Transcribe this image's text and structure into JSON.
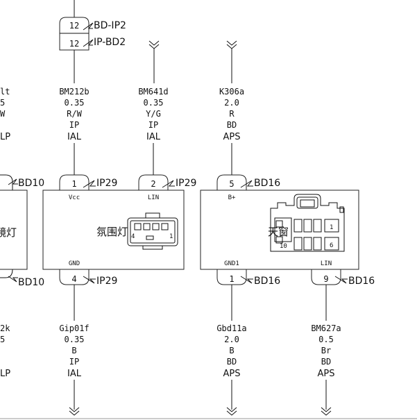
{
  "colors": {
    "line": "#111111",
    "background": "#ffffff"
  },
  "splice_top": {
    "pin_top": "12",
    "label_top": "BD-IP2",
    "pin_bottom": "12",
    "label_bottom": "IP-BD2"
  },
  "left_edge": {
    "wire_code": "lt",
    "wire_size": "5",
    "wire_color": "W",
    "wire_zone": "LP",
    "conn_top": "BD10",
    "conn_bottom": "BD10",
    "device_label": "镜灯",
    "wire2_code": "2k",
    "wire2_size": "5",
    "wire2_zone": "LP"
  },
  "wires_top": [
    {
      "code": "BM212b",
      "size": "0.35",
      "color": "R/W",
      "zone1": "IP",
      "zone2": "IAL"
    },
    {
      "code": "BM641d",
      "size": "0.35",
      "color": "Y/G",
      "zone1": "IP",
      "zone2": "IAL"
    },
    {
      "code": "K306a",
      "size": "2.0",
      "color": "R",
      "zone1": "BD",
      "zone2": "APS"
    }
  ],
  "ambient_light": {
    "name": "氛围灯",
    "pin_vcc": "1",
    "conn_vcc": "IP29",
    "sig_vcc": "Vcc",
    "pin_lin": "2",
    "conn_lin": "IP29",
    "sig_lin": "LIN",
    "pin_gnd": "4",
    "conn_gnd": "IP29",
    "sig_gnd": "GND",
    "face_pins": [
      "4",
      "1"
    ]
  },
  "sunroof": {
    "name": "天窗",
    "pin_bplus": "5",
    "conn_bplus": "BD16",
    "sig_bplus": "B+",
    "pin_gnd": "1",
    "conn_gnd": "BD16",
    "sig_gnd": "GND1",
    "pin_lin": "9",
    "conn_lin": "BD16",
    "sig_lin": "LIN",
    "face_pins": [
      "1",
      "10",
      "6"
    ]
  },
  "wires_bottom": [
    {
      "code": "Gip01f",
      "size": "0.35",
      "color": "B",
      "zone1": "IP",
      "zone2": "IAL"
    },
    {
      "code": "Gbd11a",
      "size": "2.0",
      "color": "B",
      "zone1": "BD",
      "zone2": "APS"
    },
    {
      "code": "BM627a",
      "size": "0.5",
      "color": "Br",
      "zone1": "BD",
      "zone2": "APS"
    }
  ]
}
